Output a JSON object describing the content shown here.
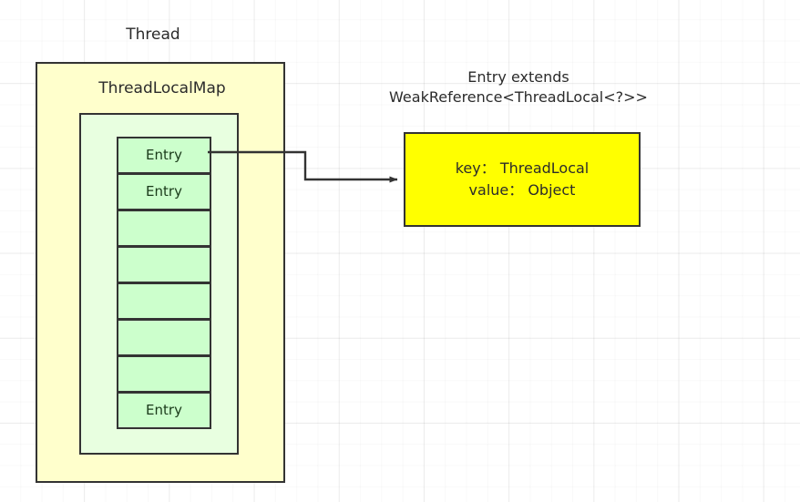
{
  "diagram": {
    "title": "ThreadLocal internal structure diagram",
    "background": {
      "color": "#ffffff",
      "grid": "graph-paper"
    },
    "colors": {
      "thread_box_fill": "#ffffcc",
      "threadlocalmap_box_fill": "#e8ffe0",
      "entry_cell_fill": "#ccffcc",
      "entry_detail_fill": "#ffff00",
      "stroke": "#333333",
      "text": "#2b2b2b"
    },
    "thread": {
      "label": "Thread"
    },
    "threadlocalmap": {
      "label": "ThreadLocalMap",
      "entries": [
        {
          "label": "Entry",
          "empty": false
        },
        {
          "label": "Entry",
          "empty": false
        },
        {
          "label": "",
          "empty": true
        },
        {
          "label": "",
          "empty": true
        },
        {
          "label": "",
          "empty": true
        },
        {
          "label": "",
          "empty": true
        },
        {
          "label": "",
          "empty": true
        },
        {
          "label": "Entry",
          "empty": false
        }
      ]
    },
    "entry_detail": {
      "header_line1": "Entry extends",
      "header_line2": "WeakReference<ThreadLocal<?>>",
      "key_line": "key： ThreadLocal",
      "value_line": "value： Object"
    },
    "connector": {
      "from": "threadlocalmap-entry-0",
      "to": "entry-detail-box",
      "style": "orthogonal-arrow"
    }
  }
}
